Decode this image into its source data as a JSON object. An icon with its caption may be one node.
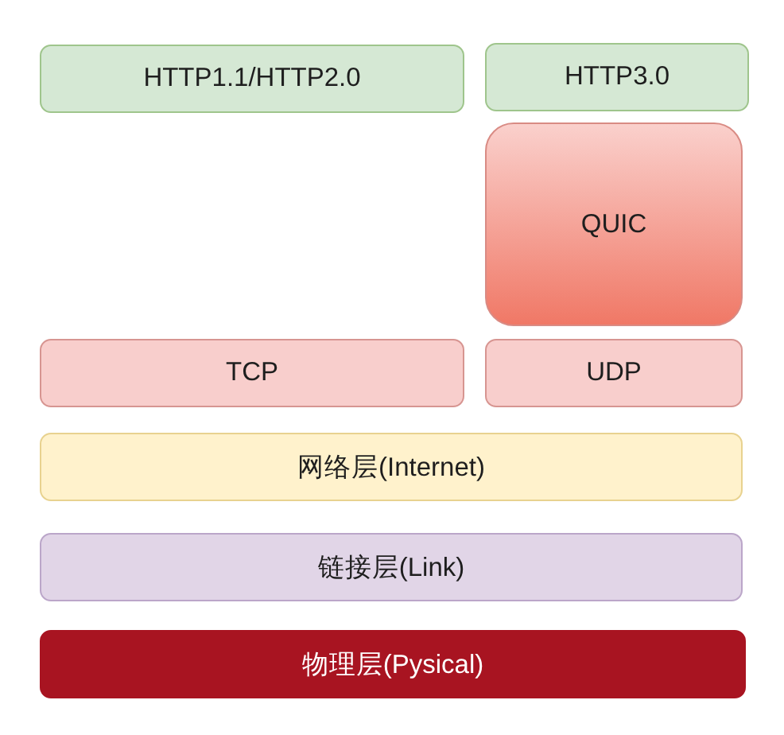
{
  "diagram": {
    "nodes": [
      {
        "text": [
          "HTTP1.1/HTTP2.0"
        ]
      },
      {
        "text": [
          "HTTP3.0"
        ]
      },
      {
        "text": [
          "QUIC"
        ]
      },
      {
        "text": [
          "TCP"
        ]
      },
      {
        "text": [
          "UDP"
        ]
      },
      {
        "text": [
          "网络层(Internet)"
        ]
      },
      {
        "text": [
          "链接层(Link)"
        ]
      },
      {
        "text": [
          "物理层(Pysical)"
        ]
      }
    ]
  }
}
